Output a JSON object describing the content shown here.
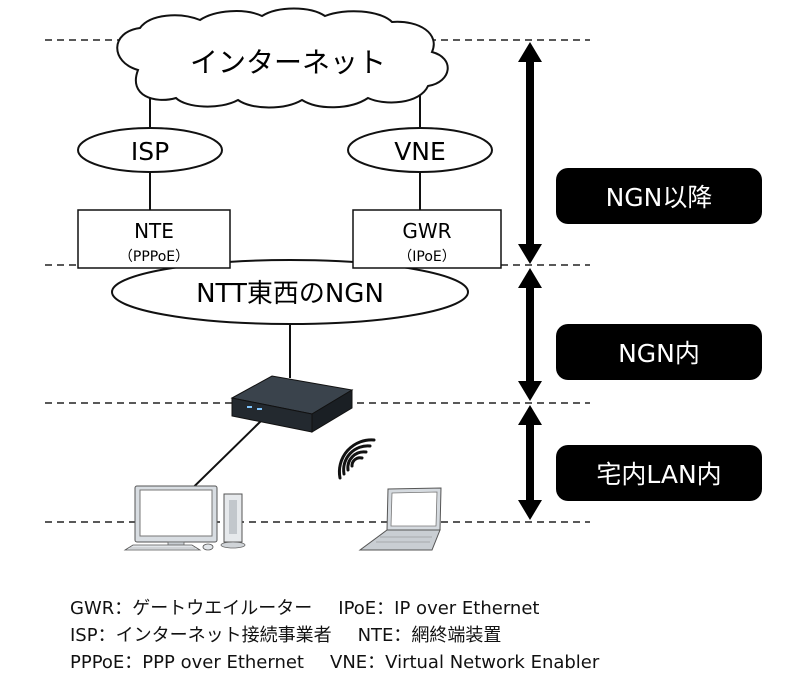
{
  "nodes": {
    "internet": "インターネット",
    "isp": "ISP",
    "vne": "VNE",
    "nte": {
      "title": "NTE",
      "sub": "（PPPoE）"
    },
    "gwr": {
      "title": "GWR",
      "sub": "（IPoE）"
    },
    "ngn": "NTT東西のNGN"
  },
  "zones": {
    "after_ngn": "NGN以降",
    "in_ngn": "NGN内",
    "home_lan": "宅内LAN内"
  },
  "legend": {
    "gwr": "GWR：ゲートウエイルーター",
    "ipoe": "IPoE：IP over Ethernet",
    "isp": "ISP：インターネット接続事業者",
    "nte": "NTE：網終端装置",
    "pppoe": "PPPoE：PPP over Ethernet",
    "vne": "VNE：Virtual Network Enabler"
  },
  "colors": {
    "label_bg": "#000000",
    "label_text": "#ffffff",
    "line": "#111111",
    "device_dark": "#2a3138"
  }
}
